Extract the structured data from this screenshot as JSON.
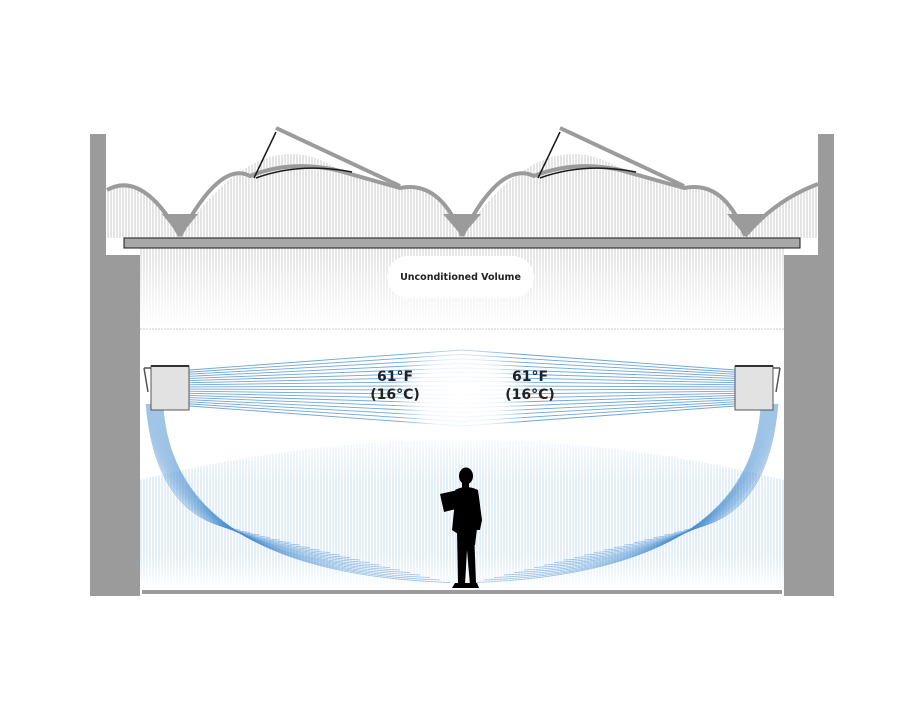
{
  "labels": {
    "volume": "Unconditioned Volume",
    "left_temp_f": "61°F",
    "left_temp_c": "(16°C)",
    "right_temp_f": "61°F",
    "right_temp_c": "(16°C)"
  },
  "colors": {
    "structure": "#9b9b9b",
    "structure_dark": "#8a8a8a",
    "roof_hatch": "#b5b5b5",
    "air_blue": "#4a8fd0",
    "air_light": "#9dc4ea",
    "unit_fill": "#e2e2e2",
    "person": "#000000"
  },
  "icons": {
    "person": "person-with-tablet-icon",
    "heater": "air-handler-unit-icon"
  }
}
